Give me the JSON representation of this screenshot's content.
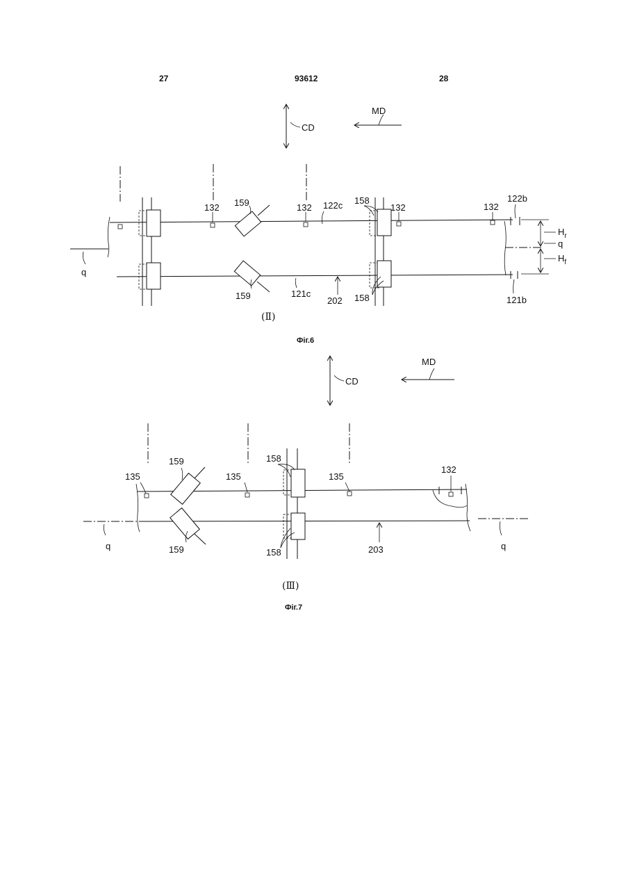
{
  "header": {
    "left": "27",
    "center": "93612",
    "right": "28"
  },
  "fig6": {
    "caption": "Фіг.6",
    "sub": "(Ⅱ)",
    "labels": {
      "md": "MD",
      "cd": "CD",
      "l132a": "132",
      "l159a": "159",
      "l132b": "132",
      "l122c": "122c",
      "l158a": "158",
      "l132c": "132",
      "l132d": "132",
      "l122b": "122b",
      "hr": "H",
      "hr_sub": "r",
      "q_right": "q",
      "hf": "H",
      "hf_sub": "f",
      "q_left": "q",
      "l159b": "159",
      "l121c": "121c",
      "l202": "202",
      "l158b": "158",
      "l121b": "121b"
    }
  },
  "fig7": {
    "caption": "Фіг.7",
    "sub": "(Ⅲ)",
    "labels": {
      "md": "MD",
      "cd": "CD",
      "l135a": "135",
      "l159a": "159",
      "l135b": "135",
      "l158a": "158",
      "l135c": "135",
      "l132": "132",
      "q_left": "q",
      "l159b": "159",
      "l158b": "158",
      "l203": "203",
      "q_right": "q"
    }
  }
}
